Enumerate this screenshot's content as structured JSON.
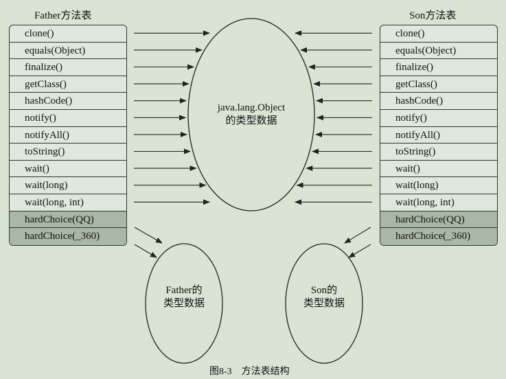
{
  "father": {
    "title": "Father方法表",
    "methods": [
      "clone()",
      "equals(Object)",
      "finalize()",
      "getClass()",
      "hashCode()",
      "notify()",
      "notifyAll()",
      "toString()",
      "wait()",
      "wait(long)",
      "wait(long, int)",
      "hardChoice(QQ)",
      "hardChoice(_360)"
    ],
    "own_count": 2
  },
  "son": {
    "title": "Son方法表",
    "methods": [
      "clone()",
      "equals(Object)",
      "finalize()",
      "getClass()",
      "hashCode()",
      "notify()",
      "notifyAll()",
      "toString()",
      "wait()",
      "wait(long)",
      "wait(long, int)",
      "hardChoice(QQ)",
      "hardChoice(_360)"
    ],
    "own_count": 2
  },
  "object_type": {
    "line1": "java.lang.Object",
    "line2": "的类型数据"
  },
  "father_type": {
    "line1": "Father的",
    "line2": "类型数据"
  },
  "son_type": {
    "line1": "Son的",
    "line2": "类型数据"
  },
  "caption": "图8-3    方法表结构",
  "colors": {
    "background": "#d9e4d5",
    "own_method_fill": "#a9b7a6",
    "stroke": "#222222"
  }
}
